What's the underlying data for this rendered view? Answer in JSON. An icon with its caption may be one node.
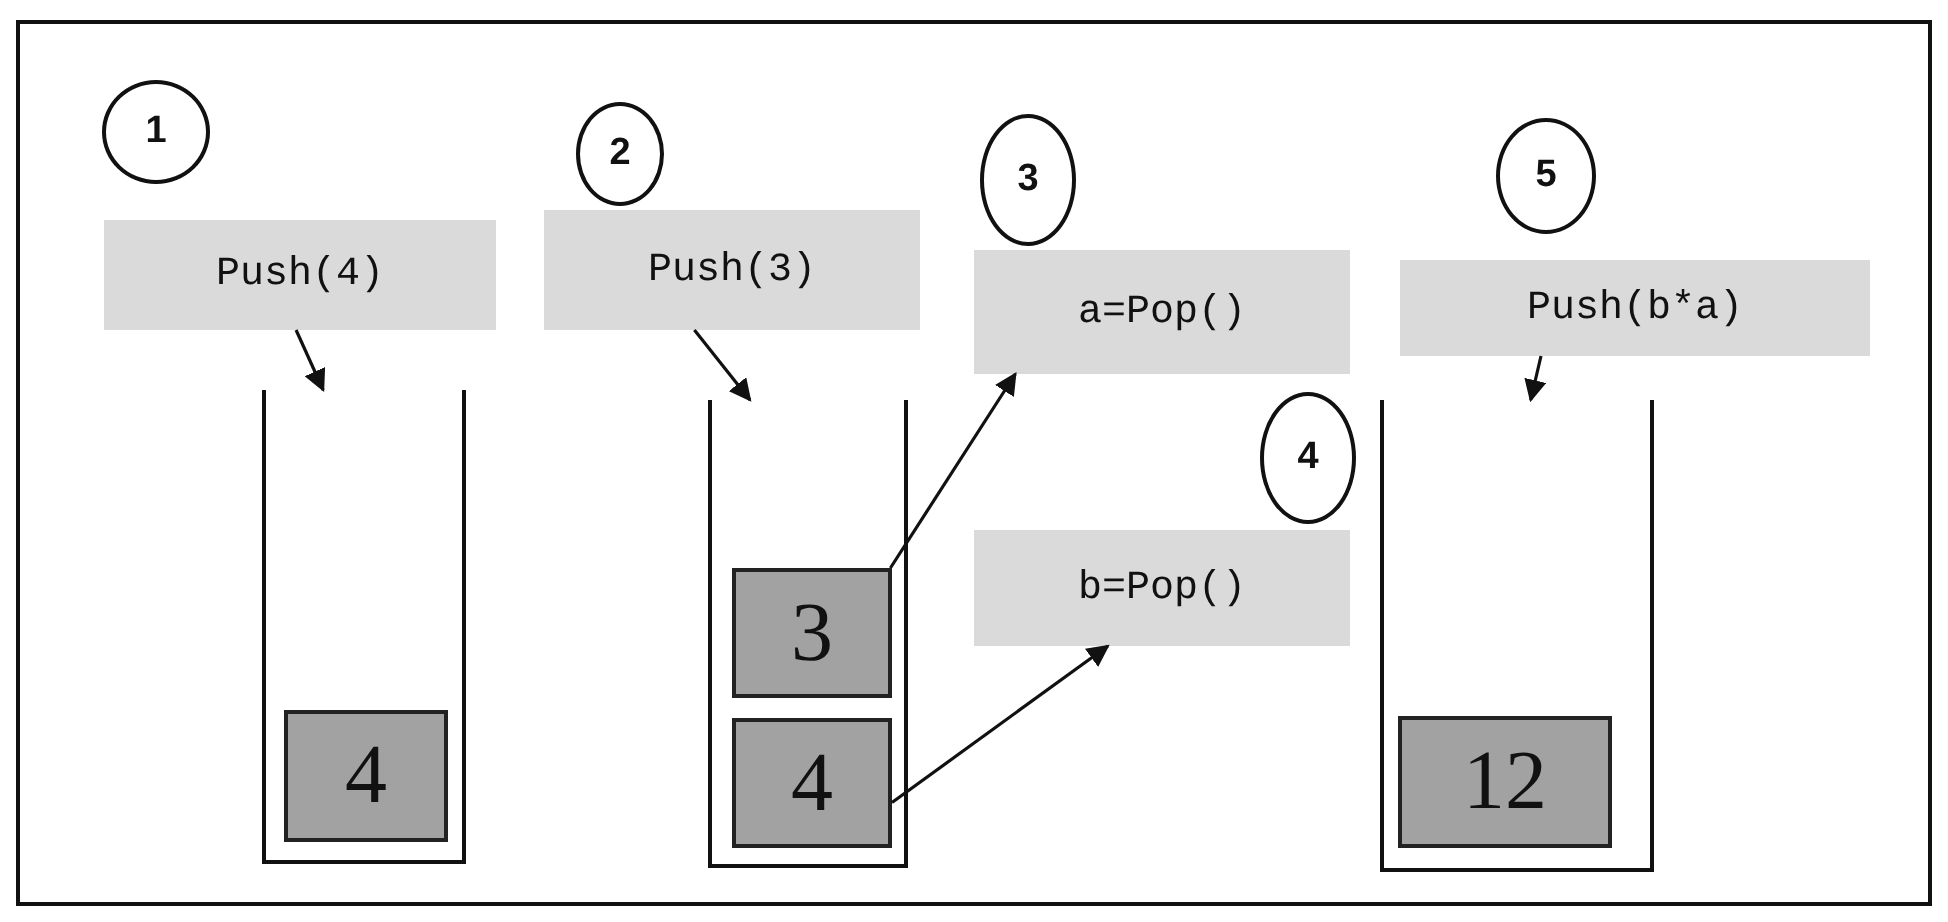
{
  "diagram": {
    "nodes": [
      {
        "text": [
          "1"
        ]
      },
      {
        "text": [
          "Push(4)"
        ]
      },
      {
        "text": [
          "2"
        ]
      },
      {
        "text": [
          "Push(3)"
        ]
      },
      {
        "text": [
          "3"
        ]
      },
      {
        "text": [
          "a=Pop()"
        ]
      },
      {
        "text": [
          "4"
        ]
      },
      {
        "text": [
          "b=Pop()"
        ]
      },
      {
        "text": [
          "5"
        ]
      },
      {
        "text": [
          "Push(b*a)"
        ]
      },
      {
        "text": [],
        "shape": "box"
      },
      {
        "text": [
          "4"
        ],
        "in": 10
      },
      {
        "text": [],
        "shape": "box"
      },
      {
        "text": [
          "3"
        ],
        "in": 12
      },
      {
        "text": [
          "4"
        ],
        "in": 12
      },
      {
        "text": [],
        "shape": "box"
      },
      {
        "text": [
          "12"
        ],
        "in": 15
      }
    ],
    "edges": [
      {
        "from": 1,
        "to": 10,
        "arrow": "to"
      },
      {
        "from": 3,
        "to": 12,
        "arrow": "to"
      },
      {
        "from": 13,
        "to": 5,
        "arrow": "to"
      },
      {
        "from": 14,
        "to": 7,
        "arrow": "to"
      },
      {
        "from": 9,
        "to": 15,
        "arrow": "to"
      }
    ]
  }
}
